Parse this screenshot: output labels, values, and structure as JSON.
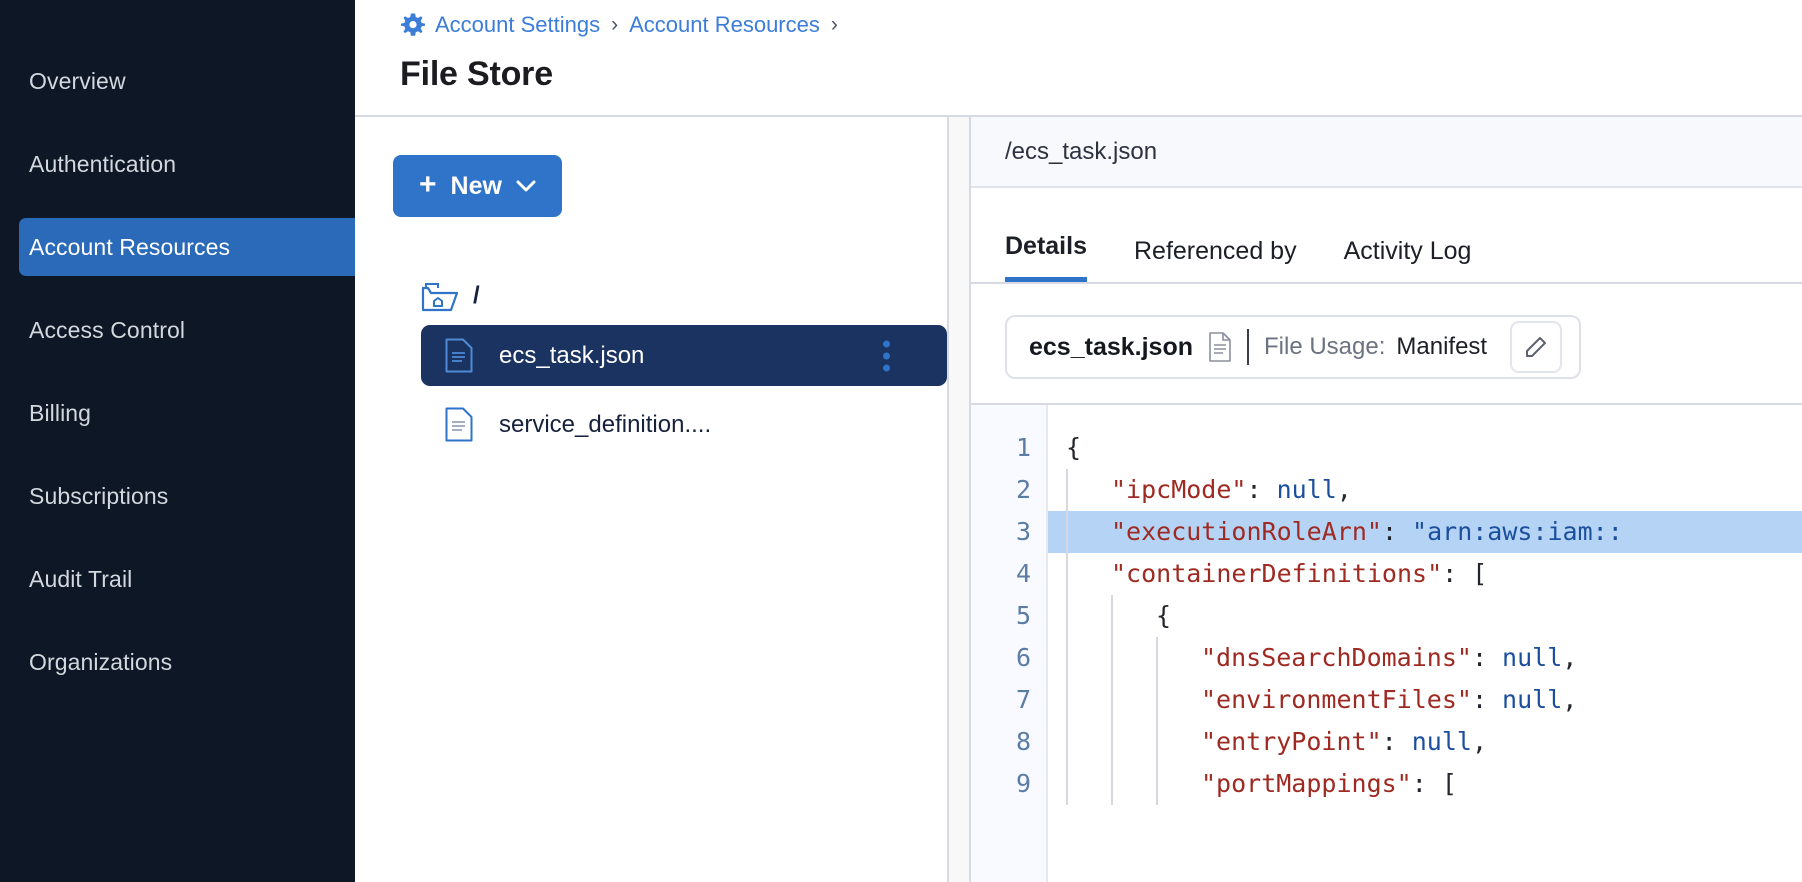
{
  "sidebar": {
    "items": [
      {
        "label": "Overview",
        "active": false
      },
      {
        "label": "Authentication",
        "active": false
      },
      {
        "label": "Account Resources",
        "active": true
      },
      {
        "label": "Access Control",
        "active": false
      },
      {
        "label": "Billing",
        "active": false
      },
      {
        "label": "Subscriptions",
        "active": false
      },
      {
        "label": "Audit Trail",
        "active": false
      },
      {
        "label": "Organizations",
        "active": false
      }
    ]
  },
  "header": {
    "breadcrumb": {
      "icon": "gear-icon",
      "items": [
        "Account Settings",
        "Account Resources"
      ],
      "separator": "›",
      "trailing_separator": "›"
    },
    "title": "File Store"
  },
  "tree_panel": {
    "new_button": {
      "label": "New",
      "plus": "+",
      "chevron": "chevron-down-icon"
    },
    "root": {
      "label": "/",
      "icon": "open-folder-home-icon"
    },
    "files": [
      {
        "name": "ecs_task.json",
        "icon": "file-icon",
        "selected": true,
        "menu": "kebab-menu-icon"
      },
      {
        "name": "service_definition....",
        "icon": "file-icon",
        "selected": false
      }
    ]
  },
  "detail_panel": {
    "path": "/ecs_task.json",
    "tabs": [
      {
        "label": "Details",
        "active": true
      },
      {
        "label": "Referenced by",
        "active": false
      },
      {
        "label": "Activity Log",
        "active": false
      }
    ],
    "chip": {
      "file_name": "ecs_task.json",
      "file_icon": "document-icon",
      "usage_label": "File Usage:",
      "usage_value": "Manifest",
      "edit_icon": "pencil-icon"
    }
  },
  "code": {
    "language": "json",
    "highlighted_line": 3,
    "lines": [
      {
        "n": 1,
        "indent": 0,
        "tokens": [
          {
            "t": "{",
            "c": "p"
          }
        ]
      },
      {
        "n": 2,
        "indent": 1,
        "tokens": [
          {
            "t": "\"ipcMode\"",
            "c": "k"
          },
          {
            "t": ": ",
            "c": "p"
          },
          {
            "t": "null",
            "c": "v"
          },
          {
            "t": ",",
            "c": "p"
          }
        ]
      },
      {
        "n": 3,
        "indent": 1,
        "tokens": [
          {
            "t": "\"executionRoleArn\"",
            "c": "k"
          },
          {
            "t": ": ",
            "c": "p"
          },
          {
            "t": "\"arn:aws:iam::",
            "c": "v"
          }
        ]
      },
      {
        "n": 4,
        "indent": 1,
        "tokens": [
          {
            "t": "\"containerDefinitions\"",
            "c": "k"
          },
          {
            "t": ": [",
            "c": "p"
          }
        ]
      },
      {
        "n": 5,
        "indent": 2,
        "tokens": [
          {
            "t": "{",
            "c": "p"
          }
        ]
      },
      {
        "n": 6,
        "indent": 3,
        "tokens": [
          {
            "t": "\"dnsSearchDomains\"",
            "c": "k"
          },
          {
            "t": ": ",
            "c": "p"
          },
          {
            "t": "null",
            "c": "v"
          },
          {
            "t": ",",
            "c": "p"
          }
        ]
      },
      {
        "n": 7,
        "indent": 3,
        "tokens": [
          {
            "t": "\"environmentFiles\"",
            "c": "k"
          },
          {
            "t": ": ",
            "c": "p"
          },
          {
            "t": "null",
            "c": "v"
          },
          {
            "t": ",",
            "c": "p"
          }
        ]
      },
      {
        "n": 8,
        "indent": 3,
        "tokens": [
          {
            "t": "\"entryPoint\"",
            "c": "k"
          },
          {
            "t": ": ",
            "c": "p"
          },
          {
            "t": "null",
            "c": "v"
          },
          {
            "t": ",",
            "c": "p"
          }
        ]
      },
      {
        "n": 9,
        "indent": 3,
        "tokens": [
          {
            "t": "\"portMappings\"",
            "c": "k"
          },
          {
            "t": ": [",
            "c": "p"
          }
        ]
      }
    ]
  },
  "colors": {
    "sidebar_bg": "#0d1726",
    "accent_blue": "#2f74c8",
    "selected_row": "#1b3360",
    "code_highlight": "#b4d3f5",
    "json_key": "#9e2a22",
    "json_value": "#1b4f9c"
  }
}
